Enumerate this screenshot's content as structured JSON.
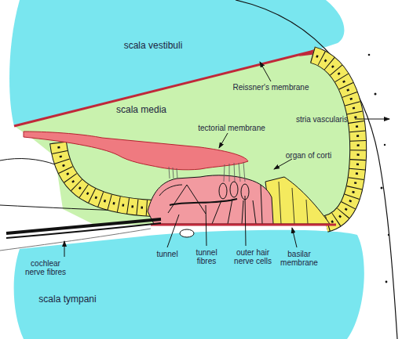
{
  "diagram": {
    "nodes": [
      {
        "text": [
          "scala vestibuli"
        ]
      },
      {
        "text": [
          "scala media"
        ]
      },
      {
        "text": [
          "scala tympani"
        ]
      }
    ],
    "labels": [
      "Reissner's membrane",
      "tectorial membrane",
      "stria vascularis",
      "organ of corti",
      "tunnel",
      "tunnel fibres",
      "outer hair nerve cells",
      "basilar membrane",
      "cochlear nerve fibres"
    ]
  }
}
